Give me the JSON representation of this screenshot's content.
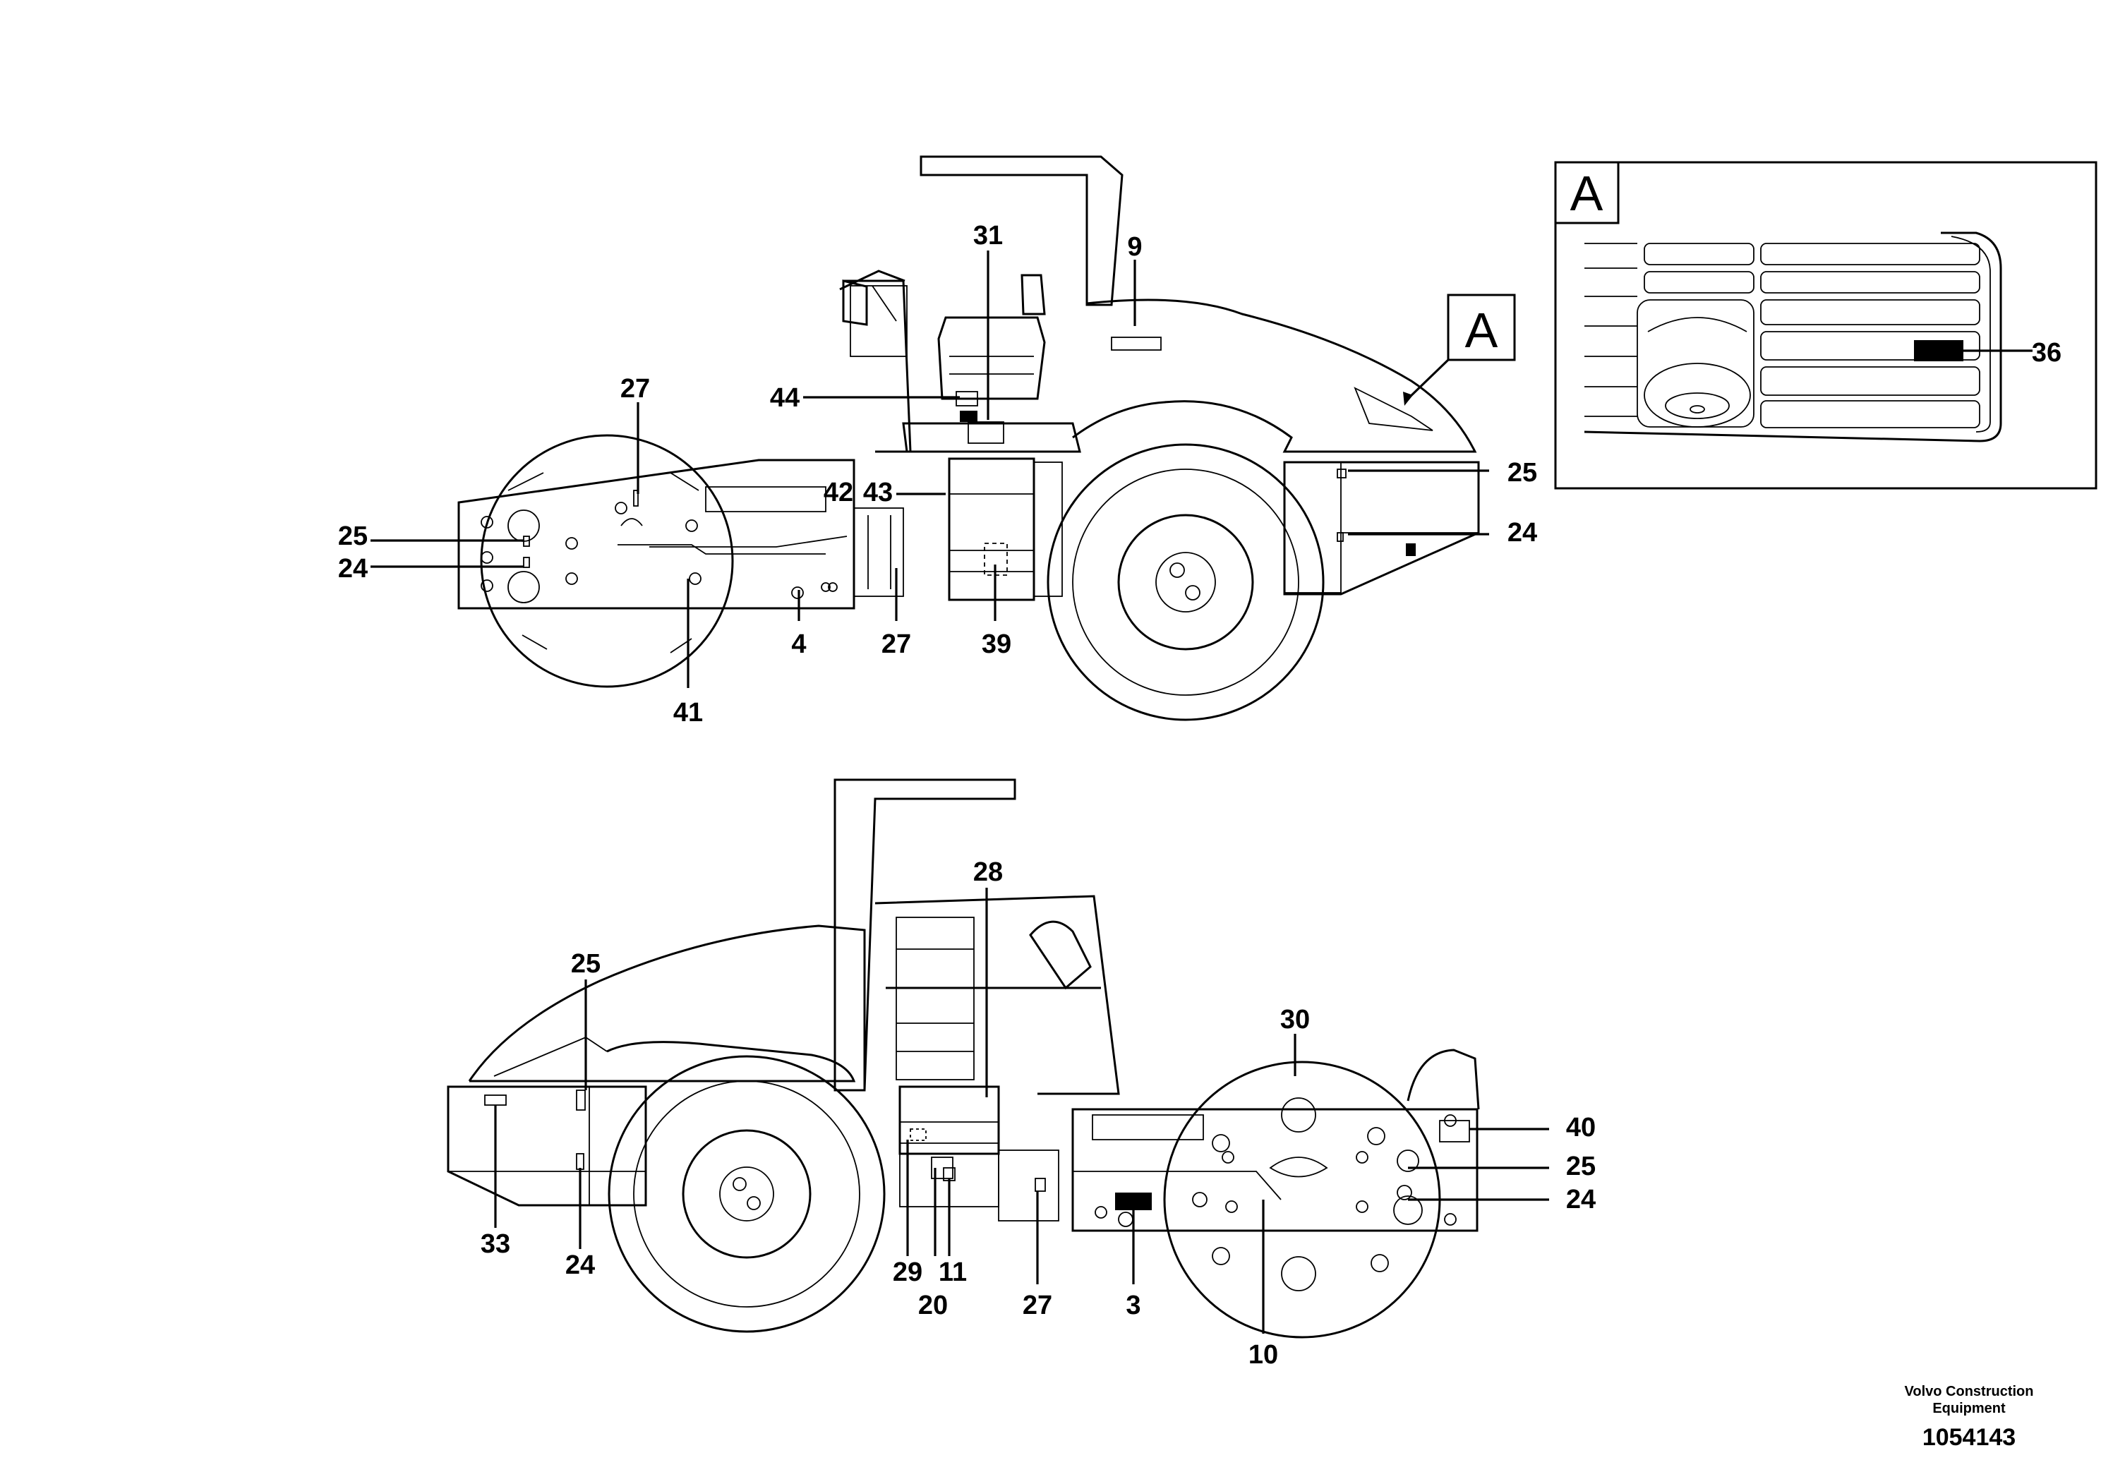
{
  "detail_view": {
    "letter": "A",
    "callout": "36"
  },
  "detail_marker": {
    "letter": "A"
  },
  "top_view": {
    "callouts": {
      "c31": "31",
      "c9": "9",
      "c44": "44",
      "c27a": "27",
      "c42": "42",
      "c43": "43",
      "c25l": "25",
      "c24l": "24",
      "c25r": "25",
      "c24r": "24",
      "c4": "4",
      "c27b": "27",
      "c39": "39",
      "c41": "41"
    }
  },
  "bottom_view": {
    "callouts": {
      "c28": "28",
      "c25l": "25",
      "c30": "30",
      "c40": "40",
      "c25r": "25",
      "c24r": "24",
      "c33": "33",
      "c24l": "24",
      "c29": "29",
      "c11": "11",
      "c20": "20",
      "c27": "27",
      "c3": "3",
      "c10": "10"
    }
  },
  "footer": {
    "brand_line1": "Volvo Construction",
    "brand_line2": "Equipment",
    "drawing_number": "1054143"
  }
}
